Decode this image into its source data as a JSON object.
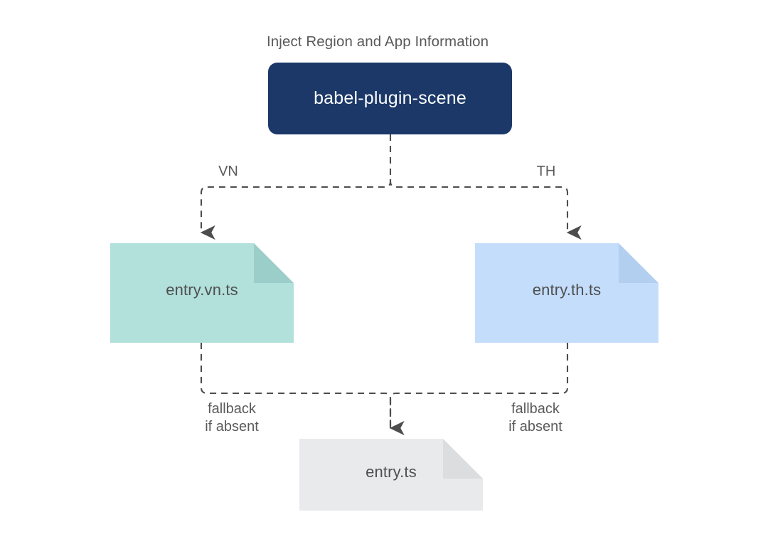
{
  "diagram": {
    "title": "Inject Region and App Information",
    "type": "flowchart",
    "root": {
      "label": "babel-plugin-scene",
      "shape": "rounded-rectangle",
      "fill": "#1b3868",
      "text_color": "#ffffff"
    },
    "branches": [
      {
        "edge_label": "VN",
        "node_label": "entry.vn.ts",
        "shape": "document",
        "fill": "#b2e0db",
        "fold_fill": "#9bcec8"
      },
      {
        "edge_label": "TH",
        "node_label": "entry.th.ts",
        "shape": "document",
        "fill": "#c3ddfb",
        "fold_fill": "#b3cff0"
      }
    ],
    "fallback": {
      "node_label": "entry.ts",
      "shape": "document",
      "fill": "#e9eaeb",
      "fold_fill": "#dcdddf",
      "edge_labels": [
        "fallback\nif absent",
        "fallback\nif absent"
      ],
      "edge_label_left_line1": "fallback",
      "edge_label_left_line2": "if absent",
      "edge_label_right_line1": "fallback",
      "edge_label_right_line2": "if absent"
    },
    "edges": {
      "style": "dashed",
      "color": "#4d4d4d",
      "arrowhead": "solid-triangle"
    },
    "background": "#ffffff",
    "text_color": "#595959"
  }
}
